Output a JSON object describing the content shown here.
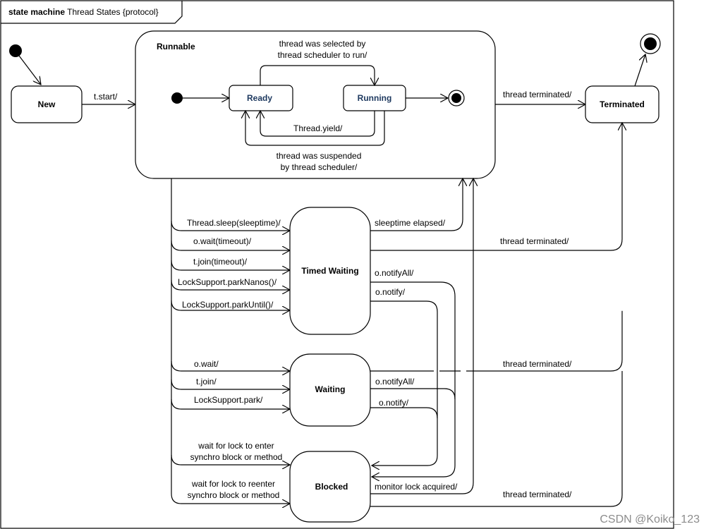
{
  "frame": {
    "keyword": "state machine",
    "name": "Thread States {protocol}"
  },
  "states": {
    "new": "New",
    "runnable": "Runnable",
    "ready": "Ready",
    "running": "Running",
    "terminated": "Terminated",
    "timed_waiting": "Timed Waiting",
    "waiting": "Waiting",
    "blocked": "Blocked"
  },
  "transitions": {
    "start": "t.start/",
    "selected_line1": "thread was selected by",
    "selected_line2": "thread scheduler to run/",
    "yield": "Thread.yield/",
    "suspended_line1": "thread was suspended",
    "suspended_line2": "by thread scheduler/",
    "terminated_runnable": "thread terminated/",
    "sleep": "Thread.sleep(sleeptime)/",
    "wait_timeout": "o.wait(timeout)/",
    "join_timeout": "t.join(timeout)/",
    "park_nanos": "LockSupport.parkNanos()/",
    "park_until": "LockSupport.parkUntil()/",
    "sleeptime_elapsed": "sleeptime elapsed/",
    "terminated_timed": "thread terminated/",
    "notify_all_timed": "o.notifyAll/",
    "notify_timed": "o.notify/",
    "wait": "o.wait/",
    "join": "t.join/",
    "park": "LockSupport.park/",
    "notify_all_waiting": "o.notifyAll/",
    "notify_waiting": "o.notify/",
    "terminated_waiting": "thread terminated/",
    "lock_enter_line1": "wait for lock to enter",
    "lock_enter_line2": "synchro block or method",
    "lock_reenter_line1": "wait for lock to reenter",
    "lock_reenter_line2": "synchro block or method",
    "monitor_lock": "monitor lock acquired/",
    "terminated_blocked": "thread terminated/"
  },
  "watermark": "CSDN @Koiko_123",
  "colors": {
    "inner_state_text": "#1f3a60",
    "watermark": "#8c8c8c"
  }
}
